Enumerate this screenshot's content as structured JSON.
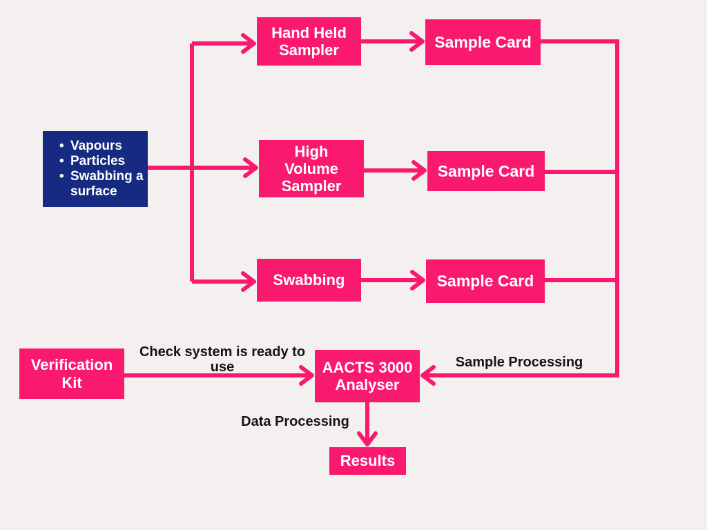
{
  "palette": {
    "pink": "#F9196E",
    "navy": "#152A80",
    "background": "#F4F0EF",
    "ink": "#141414",
    "box_text": "#FFFFFF"
  },
  "source_box": {
    "items": [
      "Vapours",
      "Particles",
      "Swabbing a surface"
    ]
  },
  "nodes": {
    "hand_held_sampler": "Hand Held Sampler",
    "sample_card_1": "Sample Card",
    "high_volume_sampler": "High Volume Sampler",
    "sample_card_2": "Sample Card",
    "swabbing": "Swabbing",
    "sample_card_3": "Sample Card",
    "verification_kit": "Verification Kit",
    "analyser": "AACTS 3000 Analyser",
    "results": "Results"
  },
  "edge_labels": {
    "check_system": "Check system is ready to use",
    "sample_processing": "Sample Processing",
    "data_processing": "Data Processing"
  }
}
